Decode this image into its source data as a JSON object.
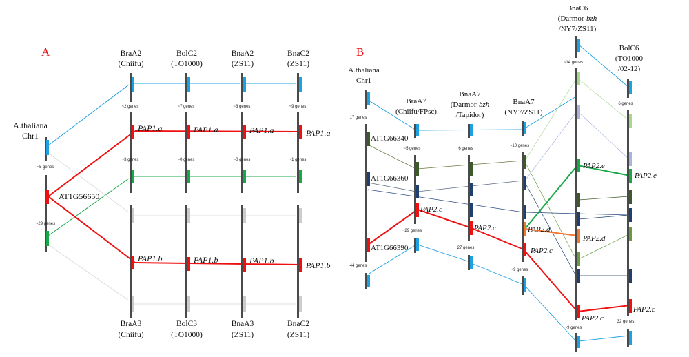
{
  "panels": {
    "a": "A",
    "b": "B"
  },
  "panel_a": {
    "columns": {
      "at": {
        "title": [
          "A.thaliana",
          "Chr1"
        ],
        "gene_labels": {
          "at1g56650": "AT1G56650"
        },
        "counts": [
          "~5 genes",
          "~29 genes"
        ]
      },
      "bra_a2": {
        "title": [
          "BraA2",
          "(Chiifu)"
        ],
        "counts": [
          "~2 genes",
          "~3 genes"
        ]
      },
      "bol_c2": {
        "title": [
          "BolC2",
          "(TO1000)"
        ],
        "counts": [
          "~7 genes",
          "~0 genes"
        ]
      },
      "bna_a2": {
        "title": [
          "BnaA2",
          "(ZS11)"
        ],
        "counts": [
          "~3 genes",
          "~0 genes"
        ]
      },
      "bna_c2_top": {
        "title": [
          "BnaC2",
          "(ZS11)"
        ],
        "counts": [
          "~9 genes",
          "~1 genes"
        ]
      },
      "bra_a3": {
        "title": [
          "BraA3",
          "(Chiifu)"
        ]
      },
      "bol_c3": {
        "title": [
          "BolC3",
          "(TO1000)"
        ]
      },
      "bna_a3": {
        "title": [
          "BnaA3",
          "(ZS11)"
        ]
      },
      "bna_c2_bottom": {
        "title": [
          "BnaC2",
          "(ZS11)"
        ]
      }
    },
    "pap_labels": {
      "pap1a": [
        "PAP1.a",
        "PAP1.a",
        "PAP1.a",
        "PAP1.a"
      ],
      "pap1b": [
        "PAP1.b",
        "PAP1.b",
        "PAP1.b",
        "PAP1.b"
      ]
    }
  },
  "panel_b": {
    "columns": {
      "at": {
        "title": [
          "A.thaliana",
          "Chr1"
        ],
        "gene_labels": [
          "AT1G66340",
          "AT1G66360",
          "AT1G66390"
        ],
        "counts": [
          "17 genes",
          "44 genes"
        ]
      },
      "bra_a7": {
        "title": [
          "BraA7",
          "(Chiifu/FPsc)"
        ],
        "counts": [
          "~5 genes",
          "~29 genes"
        ]
      },
      "bna_a7_dt": {
        "title": [
          "BnaA7",
          "(Darmor-",
          "bzh",
          "/Tapidor)"
        ],
        "counts": [
          "6 genes",
          "27 genes"
        ]
      },
      "bna_a7_ny": {
        "title": [
          "BnaA7",
          "(NY7/ZS11)"
        ],
        "counts": [
          "~10 genes",
          "~9 genes"
        ]
      },
      "bna_c6": {
        "title": [
          "BnaC6",
          "(Darmor-",
          "bzh",
          "/NY7/ZS11)"
        ],
        "counts": [
          "~14 genes",
          "~9 genes"
        ]
      },
      "bol_c6": {
        "title": [
          "BolC6",
          "(TO1000",
          "/02-12)"
        ],
        "counts": [
          "6 genes",
          "32 genes"
        ]
      }
    },
    "pap_labels": {
      "pap2c": [
        "PAP2.c",
        "PAP2.c",
        "PAP2.c",
        "PAP2.c",
        "PAP2.c"
      ],
      "pap2d": [
        "PAP2.d",
        "PAP2.d"
      ],
      "pap2e": [
        "PAP2.e",
        "PAP2.e"
      ]
    }
  },
  "colors": {
    "chromosome": "#4a4a4a",
    "blue": "#1da1e0",
    "red": "#ee1111",
    "green": "#18a848",
    "gray": "#cccccc",
    "orange": "#f07830",
    "darkgreen": "#3f5a2a",
    "navy": "#1f3f6f",
    "paleblue": "#a8b4dc",
    "lightgreen": "#a8d890",
    "midgreen": "#6a9a40"
  }
}
